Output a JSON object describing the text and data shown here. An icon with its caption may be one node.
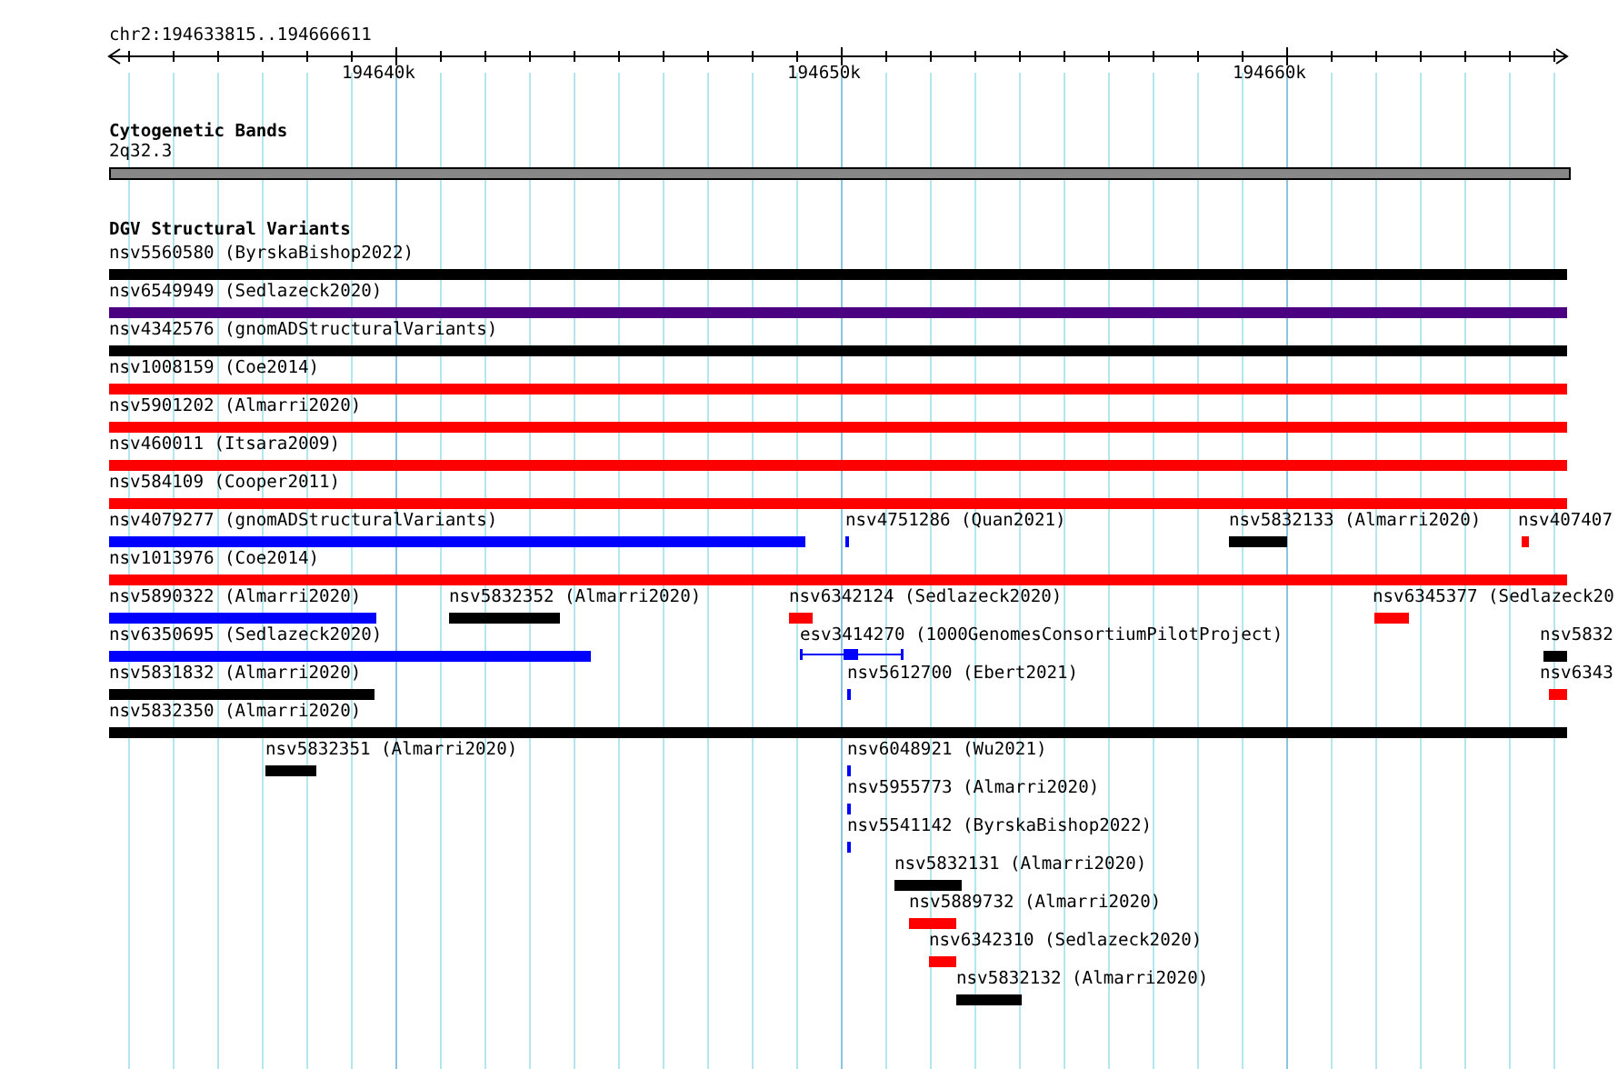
{
  "diagram": {
    "nodes": [
      {
        "text": [
          "2q32.3"
        ]
      },
      {
        "text": [
          "nsv5560580 (ByrskaBishop2022)"
        ]
      },
      {
        "text": [
          "nsv6549949 (Sedlazeck2020)"
        ]
      },
      {
        "text": [
          "nsv4342576 (gnomADStructuralVariants)"
        ]
      },
      {
        "text": [
          "nsv1008159 (Coe2014)"
        ]
      },
      {
        "text": [
          "nsv5901202 (Almarri2020)"
        ]
      },
      {
        "text": [
          "nsv460011 (Itsara2009)"
        ]
      },
      {
        "text": [
          "nsv584109 (Cooper2011)"
        ]
      },
      {
        "text": [
          "nsv4079277 (gnomADStructuralVariants)"
        ]
      },
      {
        "text": [
          "nsv4751286 (Quan2021)"
        ]
      },
      {
        "text": [
          "nsv5832133 (Almarri2020)"
        ]
      },
      {
        "text": [
          "nsv407407"
        ]
      },
      {
        "text": [
          "nsv1013976 (Coe2014)"
        ]
      },
      {
        "text": [
          "nsv5890322 (Almarri2020)"
        ]
      },
      {
        "text": [
          "nsv5832352 (Almarri2020)"
        ]
      },
      {
        "text": [
          "nsv6342124 (Sedlazeck2020)"
        ]
      },
      {
        "text": [
          "nsv6345377 (Sedlazeck20"
        ]
      },
      {
        "text": [
          "nsv6350695 (Sedlazeck2020)"
        ]
      },
      {
        "text": [
          "esv3414270 (1000GenomesConsortiumPilotProject)"
        ]
      },
      {
        "text": [
          "nsv5832"
        ]
      },
      {
        "text": [
          "nsv5831832 (Almarri2020)"
        ]
      },
      {
        "text": [
          "nsv5612700 (Ebert2021)"
        ]
      },
      {
        "text": [
          "nsv6343"
        ]
      },
      {
        "text": [
          "nsv5832350 (Almarri2020)"
        ]
      },
      {
        "text": [
          "nsv5832351 (Almarri2020)"
        ]
      },
      {
        "text": [
          "nsv6048921 (Wu2021)"
        ]
      },
      {
        "text": [
          "nsv5955773 (Almarri2020)"
        ]
      },
      {
        "text": [
          "nsv5541142 (ByrskaBishop2022)"
        ]
      },
      {
        "text": [
          "nsv5832131 (Almarri2020)"
        ]
      },
      {
        "text": [
          "nsv5889732 (Almarri2020)"
        ]
      },
      {
        "text": [
          "nsv6342310 (Sedlazeck2020)"
        ]
      },
      {
        "text": [
          "nsv5832132 (Almarri2020)"
        ]
      }
    ],
    "labels": [
      "chr2:194633815..194666611",
      "194640k",
      "194650k",
      "194660k",
      "Cytogenetic Bands",
      "DGV Structural Variants"
    ]
  }
}
